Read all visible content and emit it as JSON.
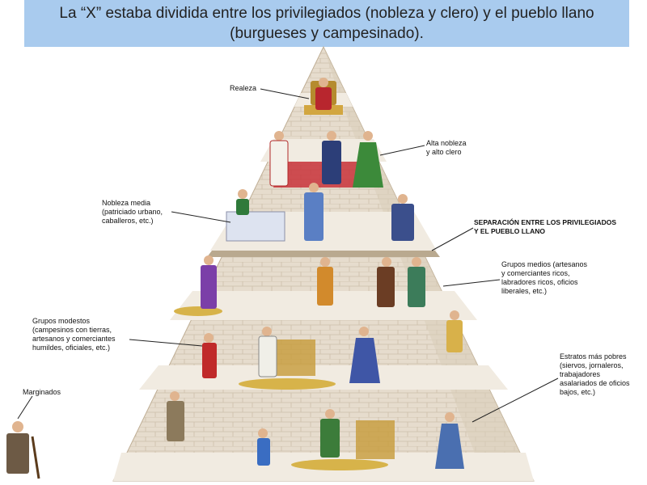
{
  "banner": {
    "line1": "La “X” estaba dividida entre los privilegiados (nobleza y clero) y el pueblo llano",
    "line2": "(burgueses y campesinado)."
  },
  "labels": {
    "realeza": [
      "Realeza"
    ],
    "alta_nobleza": [
      "Alta nobleza",
      "y alto clero"
    ],
    "nobleza_media": [
      "Nobleza media",
      "(patriciado urbano,",
      "caballeros, etc.)"
    ],
    "separacion": [
      "SEPARACIÓN ENTRE LOS PRIVILEGIADOS",
      "Y EL PUEBLO LLANO"
    ],
    "grupos_medios": [
      "Grupos medios (artesanos",
      "y comerciantes ricos,",
      "labradores ricos, oficios",
      "liberales, etc.)"
    ],
    "grupos_modestos": [
      "Grupos modestos",
      "(campesinos con tierras,",
      "artesanos y comerciantes",
      "humildes, oficiales, etc.)"
    ],
    "estratos_pobres": [
      "Estratos más pobres",
      "(siervos, jornaleros,",
      "trabajadores",
      "asalariados de oficios",
      "bajos, etc.)"
    ],
    "marginados": [
      "Marginados"
    ]
  },
  "colors": {
    "banner": "#a9cbee",
    "stone": "#e6dccd",
    "stone_line": "#c9bba6",
    "floor": "#f1ebe1",
    "carpet": "#c8323a",
    "hay": "#d7b34a"
  }
}
